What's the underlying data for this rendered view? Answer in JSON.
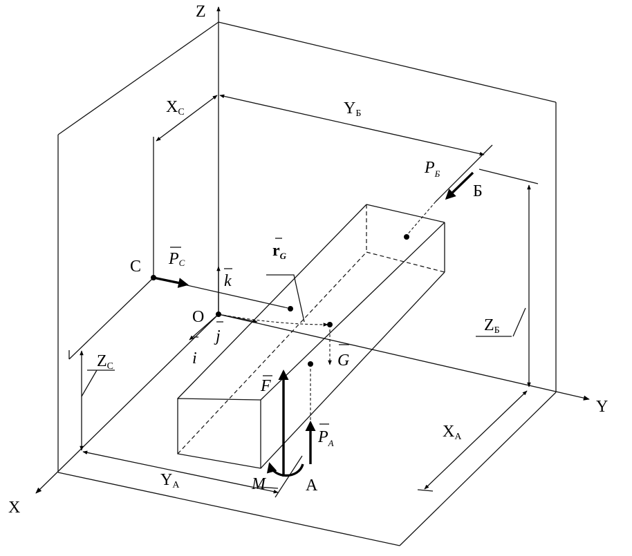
{
  "axes": {
    "x": "X",
    "y": "Y",
    "z": "Z"
  },
  "origin": "O",
  "points": {
    "a": "A",
    "b": "Б",
    "c": "C"
  },
  "vectors": {
    "i": "i",
    "j": "j",
    "k": "k",
    "r": "r",
    "r_sub": "G",
    "g": "G",
    "f": "F",
    "m": "M",
    "pa": "P",
    "pa_sub": "A",
    "pb": "P",
    "pb_sub": "Б",
    "pc": "P",
    "pc_sub": "C"
  },
  "dimensions": {
    "xc": "X",
    "xc_sub": "C",
    "yb": "Y",
    "yb_sub": "Б",
    "zc": "Z",
    "zc_sub": "C",
    "zb": "Z",
    "zb_sub": "Б",
    "xa": "X",
    "xa_sub": "A",
    "ya": "Y",
    "ya_sub": "A"
  },
  "colors": {
    "ink": "#000000",
    "background": "#ffffff"
  }
}
